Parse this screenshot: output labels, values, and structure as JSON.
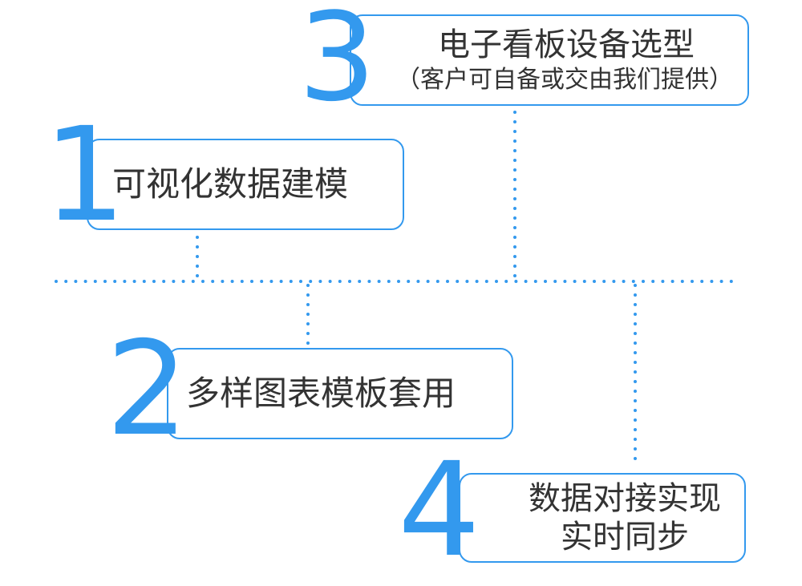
{
  "steps": [
    {
      "number": "1",
      "label": "可视化数据建模"
    },
    {
      "number": "2",
      "label": "多样图表模板套用"
    },
    {
      "number": "3",
      "label": "电子看板设备选型",
      "sublabel": "（客户可自备或交由我们提供）"
    },
    {
      "number": "4",
      "label_line1": "数据对接实现",
      "label_line2": "实时同步"
    }
  ],
  "colors": {
    "accent": "#3399ee",
    "text": "#333333",
    "border": "#3399ee"
  }
}
